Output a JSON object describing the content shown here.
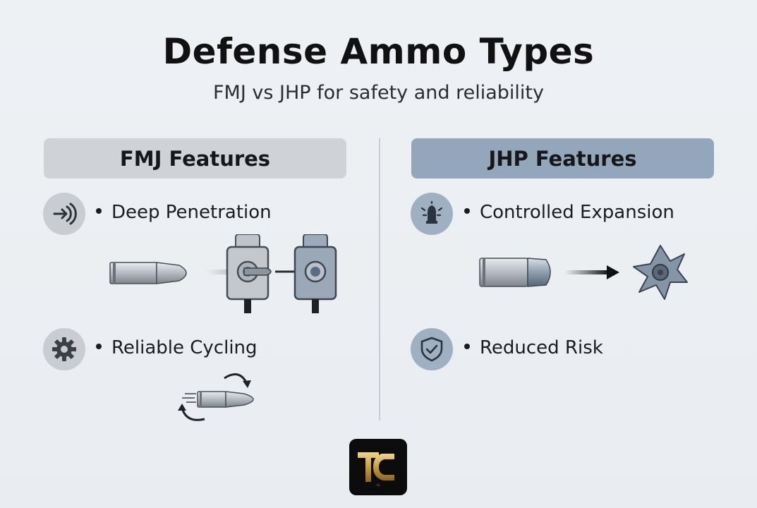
{
  "title": "Defense Ammo Types",
  "subtitle": "FMJ vs JHP for safety and reliability",
  "fmj": {
    "header": "FMJ Features",
    "features": [
      "Deep Penetration",
      "Reliable Cycling"
    ]
  },
  "jhp": {
    "header": "JHP Features",
    "features": [
      "Controlled Expansion",
      "Reduced Risk"
    ]
  },
  "icons": {
    "fmj_feature_1": "penetration-icon",
    "fmj_feature_2": "gear-icon",
    "jhp_feature_1": "bullet-expansion-icon",
    "jhp_feature_2": "shield-check-icon"
  },
  "logo": {
    "text": "TC"
  },
  "colors": {
    "fmj_header": "#cfd3d8",
    "jhp_header": "#93a6ba",
    "logo_gold": "#c9a24a"
  }
}
